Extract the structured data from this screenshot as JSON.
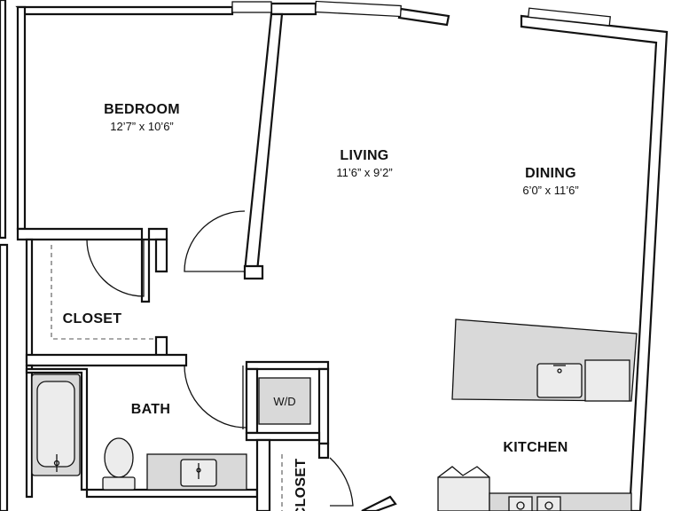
{
  "rooms": {
    "bedroom": {
      "name": "BEDROOM",
      "dimensions": "12’7” x 10’6”"
    },
    "living": {
      "name": "LIVING",
      "dimensions": "11’6” x 9’2”"
    },
    "dining": {
      "name": "DINING",
      "dimensions": "6’0” x 11’6”"
    },
    "closet_bedroom": {
      "name": "CLOSET"
    },
    "bath": {
      "name": "BATH"
    },
    "washer_dryer": {
      "name": "W/D"
    },
    "kitchen": {
      "name": "KITCHEN"
    },
    "closet_hall": {
      "name": "CLOSET"
    }
  },
  "icons": {
    "bathtub": "bathtub-icon",
    "toilet": "toilet-icon",
    "bath_sink": "sink-icon",
    "kitchen_sink": "sink-icon",
    "dishwasher": "dishwasher-icon",
    "refrigerator": "refrigerator-icon",
    "range": "stove-icon"
  },
  "colors": {
    "walls": "#111111",
    "fixtures": "#d9d9d9",
    "background": "#ffffff"
  }
}
